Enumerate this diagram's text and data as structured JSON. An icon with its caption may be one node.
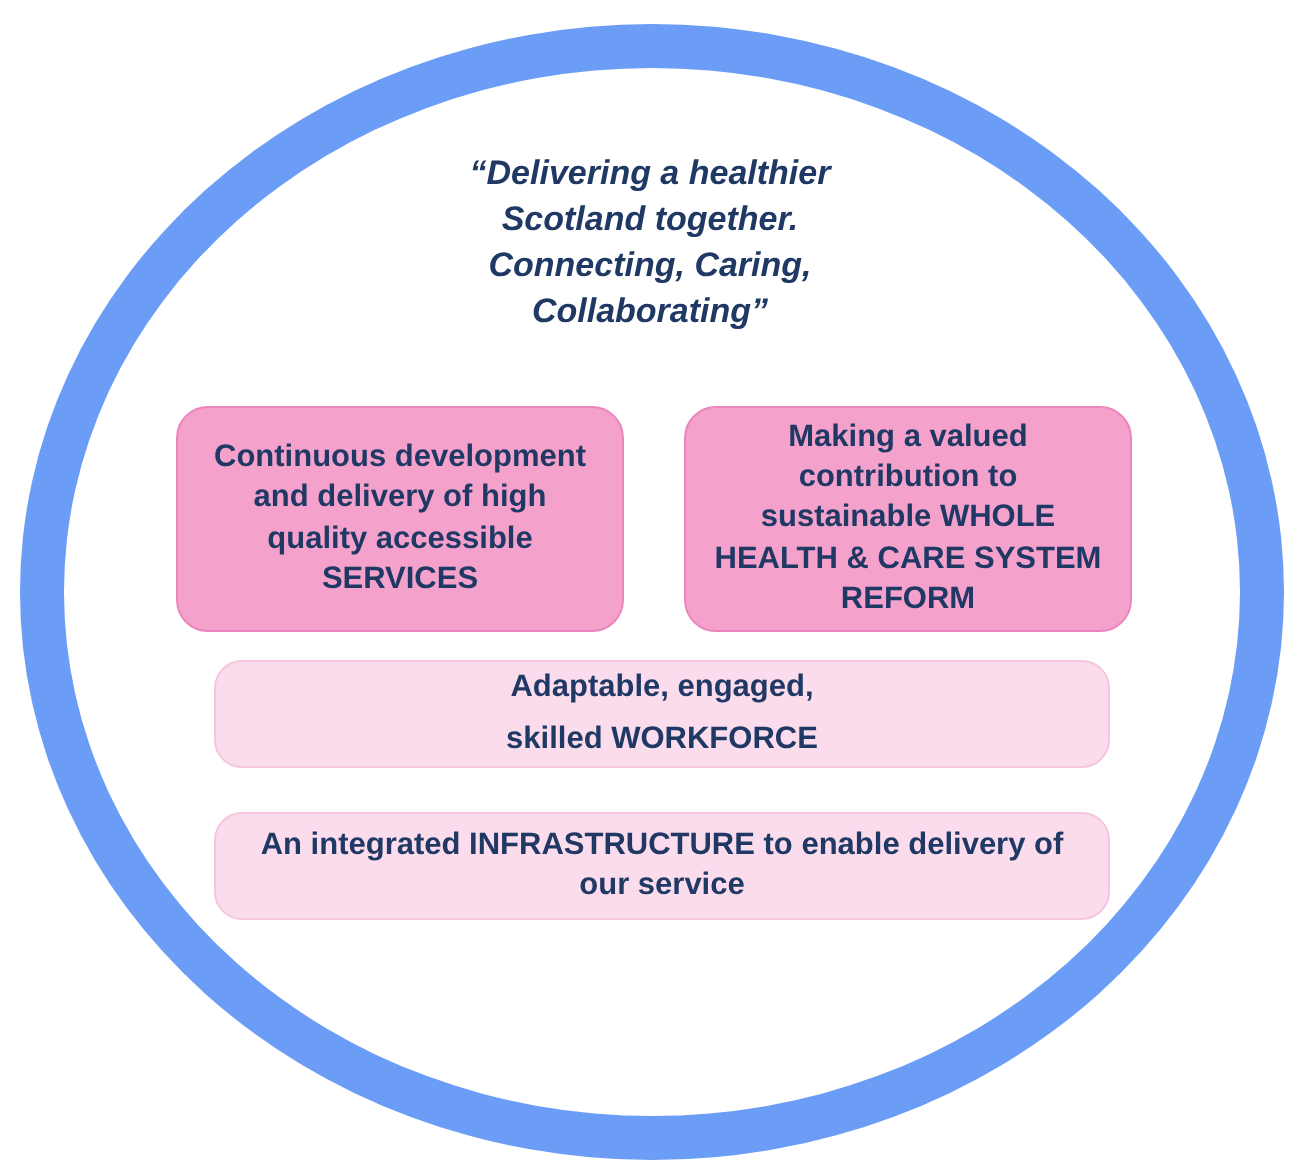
{
  "diagram": {
    "nodes": [
      {
        "text": [
          "“Delivering a healthier Scotland together. Connecting, Caring, Collaborating”"
        ]
      },
      {
        "text": [
          "Continuous development and delivery of high quality accessible SERVICES"
        ],
        "in": 0
      },
      {
        "text": [
          "Making a valued contribution to sustainable WHOLE HEALTH & CARE SYSTEM REFORM"
        ],
        "in": 0
      },
      {
        "text": [
          "Adaptable, engaged, skilled WORKFORCE"
        ],
        "in": 0
      },
      {
        "text": [
          "An integrated INFRASTRUCTURE to enable delivery of our service"
        ],
        "in": 0
      }
    ]
  }
}
